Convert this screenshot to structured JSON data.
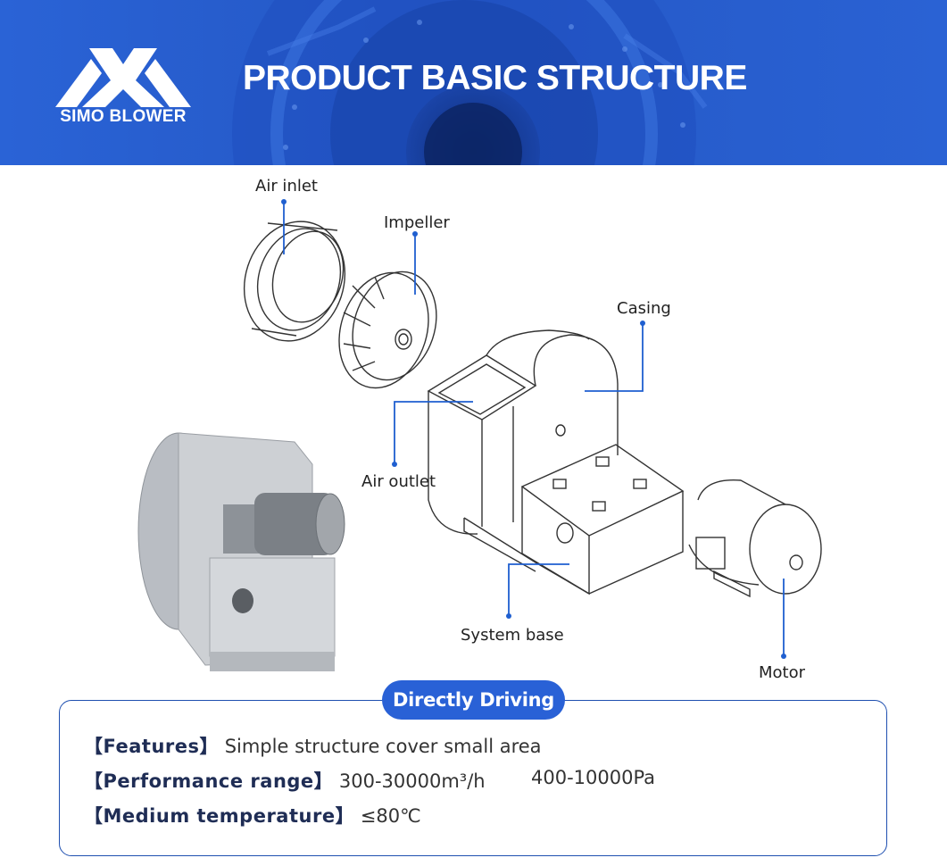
{
  "header": {
    "brand_name": "SIMO BLOWER",
    "title": "PRODUCT BASIC STRUCTURE",
    "background_color": "#2a62d4"
  },
  "diagram": {
    "callouts": {
      "air_inlet": "Air inlet",
      "impeller": "Impeller",
      "casing": "Casing",
      "air_outlet": "Air outlet",
      "system_base": "System base",
      "motor": "Motor"
    },
    "leader_color": "#1f5fd0"
  },
  "drive": {
    "type_label": "Directly Driving"
  },
  "specs": {
    "features": {
      "label": "【Features】",
      "value": "Simple structure  cover small area"
    },
    "performance": {
      "label": "【Performance range】",
      "flow": "300-30000m³/h",
      "pressure": "400-10000Pa"
    },
    "temperature": {
      "label": "【Medium temperature】",
      "value": "≤80℃"
    }
  }
}
